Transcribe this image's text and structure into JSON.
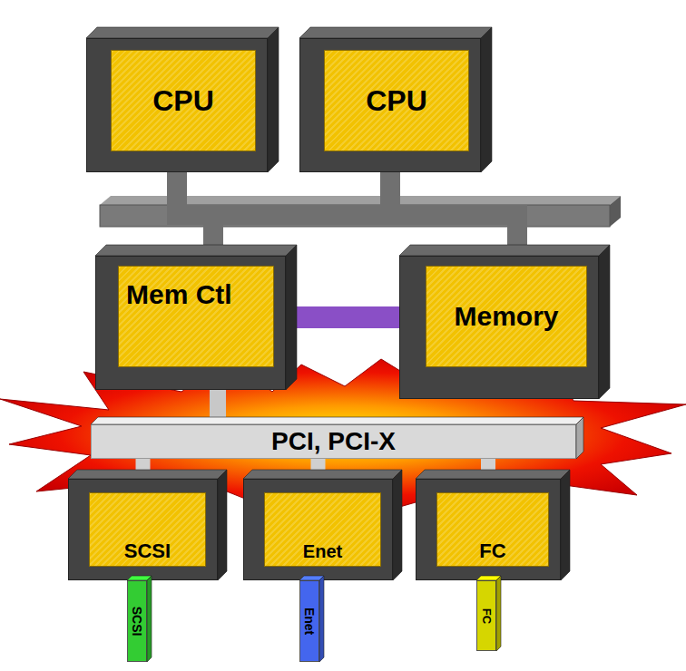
{
  "diagram": {
    "nodes": [
      {
        "text": [
          "CPU"
        ]
      },
      {
        "text": [
          "CPU"
        ]
      },
      {
        "text": [
          "Mem Ctl"
        ]
      },
      {
        "text": [
          "Memory"
        ]
      },
      {
        "text": [
          "PCI, PCI-X"
        ]
      },
      {
        "text": [
          "SCSI"
        ]
      },
      {
        "text": [
          "Enet"
        ]
      },
      {
        "text": [
          "FC"
        ]
      },
      {
        "text": [
          "SCSI"
        ]
      },
      {
        "text": [
          "Enet"
        ]
      },
      {
        "text": [
          "FC"
        ]
      }
    ],
    "edges": [
      {
        "from": 0,
        "to": 2,
        "arrow": "none"
      },
      {
        "from": 1,
        "to": 2,
        "arrow": "none"
      },
      {
        "from": 0,
        "to": 3,
        "arrow": "none"
      },
      {
        "from": 1,
        "to": 3,
        "arrow": "none"
      },
      {
        "from": 2,
        "to": 3,
        "arrow": "none"
      },
      {
        "from": 2,
        "to": 4,
        "arrow": "none"
      },
      {
        "from": 4,
        "to": 5,
        "arrow": "none"
      },
      {
        "from": 4,
        "to": 6,
        "arrow": "none"
      },
      {
        "from": 4,
        "to": 7,
        "arrow": "none"
      }
    ]
  }
}
